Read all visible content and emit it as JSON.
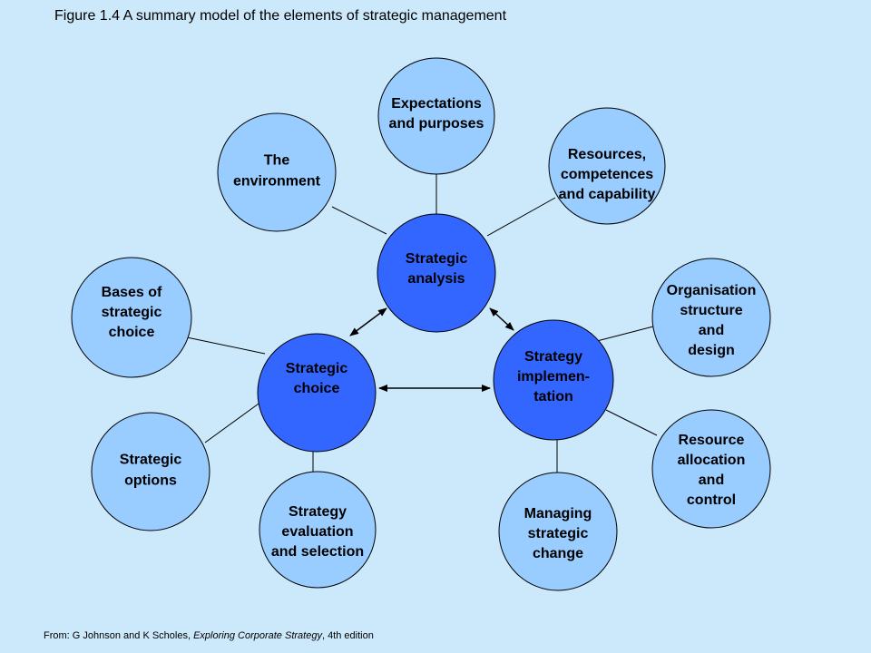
{
  "title": "Figure 1.4  A summary model of the elements of strategic management",
  "source": {
    "prefix": "From: G Johnson and K Scholes, ",
    "book": "Exploring Corporate Strategy",
    "suffix": ", 4th edition"
  },
  "colors": {
    "background": "#cce8fb",
    "outer_circle": "#99ccff",
    "core_circle": "#3366ff"
  },
  "core": {
    "analysis": [
      "Strategic",
      "analysis"
    ],
    "choice": [
      "Strategic",
      "choice"
    ],
    "implementation": [
      "Strategy",
      "implemen-",
      "tation"
    ]
  },
  "outer": {
    "expectations": [
      "Expectations",
      "and purposes"
    ],
    "environment": [
      "The",
      "environment"
    ],
    "resources": [
      "Resources,",
      "competences",
      "and capability"
    ],
    "bases": [
      "Bases of",
      "strategic",
      "choice"
    ],
    "options": [
      "Strategic",
      "options"
    ],
    "evaluation": [
      "Strategy",
      "evaluation",
      "and selection"
    ],
    "organisation": [
      "Organisation",
      "structure",
      "and",
      "design"
    ],
    "resource_allocation": [
      "Resource",
      "allocation",
      "and",
      "control"
    ],
    "managing_change": [
      "Managing",
      "strategic",
      "change"
    ]
  }
}
